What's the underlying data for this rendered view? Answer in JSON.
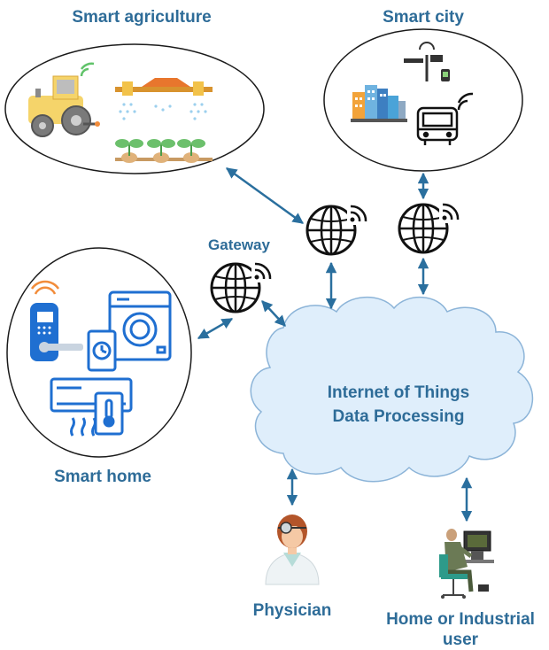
{
  "labels": {
    "smart_agriculture": "Smart agriculture",
    "smart_city": "Smart city",
    "gateway": "Gateway",
    "smart_home": "Smart home",
    "iot_line1": "Internet of Things",
    "iot_line2": "Data Processing",
    "physician": "Physician",
    "user_line1": "Home or Industrial",
    "user_line2": "user"
  },
  "icons": [
    "tractor-icon",
    "sprinkler-icon",
    "seedlings-icon",
    "street-light-icon",
    "city-buildings-icon",
    "bus-icon",
    "globe-wifi-icon",
    "smart-lock-icon",
    "washing-machine-icon",
    "smartphone-clock-icon",
    "air-conditioner-icon",
    "smartphone-thermometer-icon",
    "cloud-icon",
    "physician-icon",
    "computer-user-icon"
  ],
  "colors": {
    "label": "#2e6c98",
    "arrow": "#2a6f9e",
    "cloud_fill": "#dfeefb",
    "cloud_stroke": "#8cb4d8",
    "appliance_blue": "#1f6fd1"
  }
}
